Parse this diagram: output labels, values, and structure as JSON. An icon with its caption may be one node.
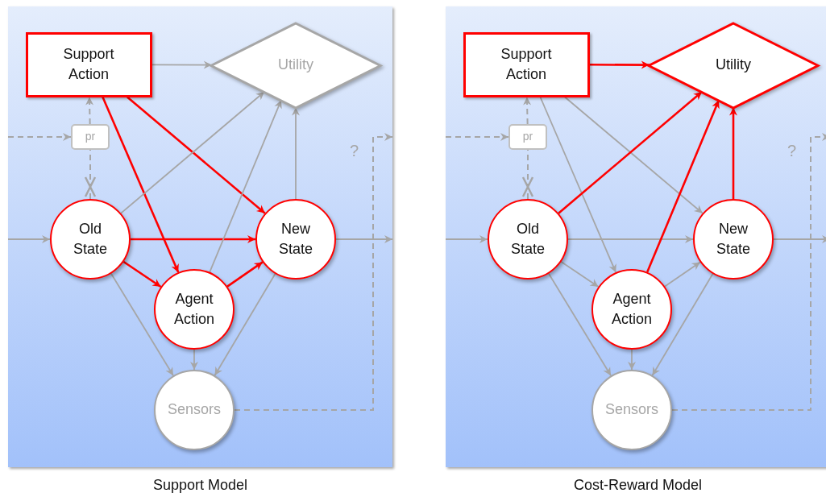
{
  "diagram": {
    "nodes": [
      {
        "text": [
          "Support Model"
        ]
      },
      {
        "text": [
          "Support Action"
        ],
        "in": 0
      },
      {
        "text": [
          "Utility"
        ],
        "in": 0
      },
      {
        "text": [
          "pr"
        ],
        "in": 0
      },
      {
        "text": [
          "Old State"
        ],
        "in": 0
      },
      {
        "text": [
          "New State"
        ],
        "in": 0
      },
      {
        "text": [
          "Agent Action"
        ],
        "in": 0
      },
      {
        "text": [
          "Sensors"
        ],
        "in": 0
      },
      {
        "text": [
          "Cost-Reward Model"
        ]
      },
      {
        "text": [
          "Support Action"
        ],
        "in": 8
      },
      {
        "text": [
          "Utility"
        ],
        "in": 8
      },
      {
        "text": [
          "pr"
        ],
        "in": 8
      },
      {
        "text": [
          "Old State"
        ],
        "in": 8
      },
      {
        "text": [
          "New State"
        ],
        "in": 8
      },
      {
        "text": [
          "Agent Action"
        ],
        "in": 8
      },
      {
        "text": [
          "Sensors"
        ],
        "in": 8
      }
    ],
    "edges": [
      {
        "from": 1,
        "to": 2,
        "arrow": "to"
      },
      {
        "from": 1,
        "to": 5,
        "arrow": "to",
        "color": "#ff0000"
      },
      {
        "from": 1,
        "to": 6,
        "arrow": "to",
        "color": "#ff0000"
      },
      {
        "from": 4,
        "to": 2,
        "arrow": "to"
      },
      {
        "from": 4,
        "to": 5,
        "arrow": "to",
        "color": "#ff0000"
      },
      {
        "from": 4,
        "to": 6,
        "arrow": "to",
        "color": "#ff0000"
      },
      {
        "from": 4,
        "to": 7,
        "arrow": "to"
      },
      {
        "from": 6,
        "to": 2,
        "arrow": "to"
      },
      {
        "from": 6,
        "to": 5,
        "arrow": "to",
        "color": "#ff0000"
      },
      {
        "from": 6,
        "to": 7,
        "arrow": "to"
      },
      {
        "from": 5,
        "to": 2,
        "arrow": "to"
      },
      {
        "from": 5,
        "to": 7,
        "arrow": "to"
      },
      {
        "from": null,
        "to": 4,
        "arrow": "to"
      },
      {
        "from": 5,
        "to": null,
        "arrow": "to"
      },
      {
        "from": null,
        "to": 3,
        "arrow": "to",
        "style": "dashed"
      },
      {
        "from": 4,
        "to": 3,
        "arrow": "none",
        "style": "dashed"
      },
      {
        "from": 3,
        "to": 1,
        "arrow": "to",
        "style": "dashed"
      },
      {
        "from": 7,
        "to": null,
        "arrow": "to",
        "style": "dashed"
      },
      {
        "from": 9,
        "to": 10,
        "arrow": "to",
        "color": "#ff0000"
      },
      {
        "from": 9,
        "to": 13,
        "arrow": "to"
      },
      {
        "from": 9,
        "to": 14,
        "arrow": "to"
      },
      {
        "from": 12,
        "to": 10,
        "arrow": "to",
        "color": "#ff0000"
      },
      {
        "from": 12,
        "to": 13,
        "arrow": "to"
      },
      {
        "from": 12,
        "to": 14,
        "arrow": "to"
      },
      {
        "from": 12,
        "to": 15,
        "arrow": "to"
      },
      {
        "from": 14,
        "to": 10,
        "arrow": "to",
        "color": "#ff0000"
      },
      {
        "from": 14,
        "to": 13,
        "arrow": "to"
      },
      {
        "from": 14,
        "to": 15,
        "arrow": "to"
      },
      {
        "from": 13,
        "to": 10,
        "arrow": "to",
        "color": "#ff0000"
      },
      {
        "from": 13,
        "to": 15,
        "arrow": "to"
      },
      {
        "from": null,
        "to": 12,
        "arrow": "to"
      },
      {
        "from": 13,
        "to": null,
        "arrow": "to"
      },
      {
        "from": null,
        "to": 11,
        "arrow": "to",
        "style": "dashed"
      },
      {
        "from": 12,
        "to": 11,
        "arrow": "none",
        "style": "dashed"
      },
      {
        "from": 11,
        "to": 9,
        "arrow": "to",
        "style": "dashed"
      },
      {
        "from": 15,
        "to": null,
        "arrow": "to",
        "style": "dashed"
      }
    ],
    "labels": [
      "?",
      "?"
    ]
  }
}
